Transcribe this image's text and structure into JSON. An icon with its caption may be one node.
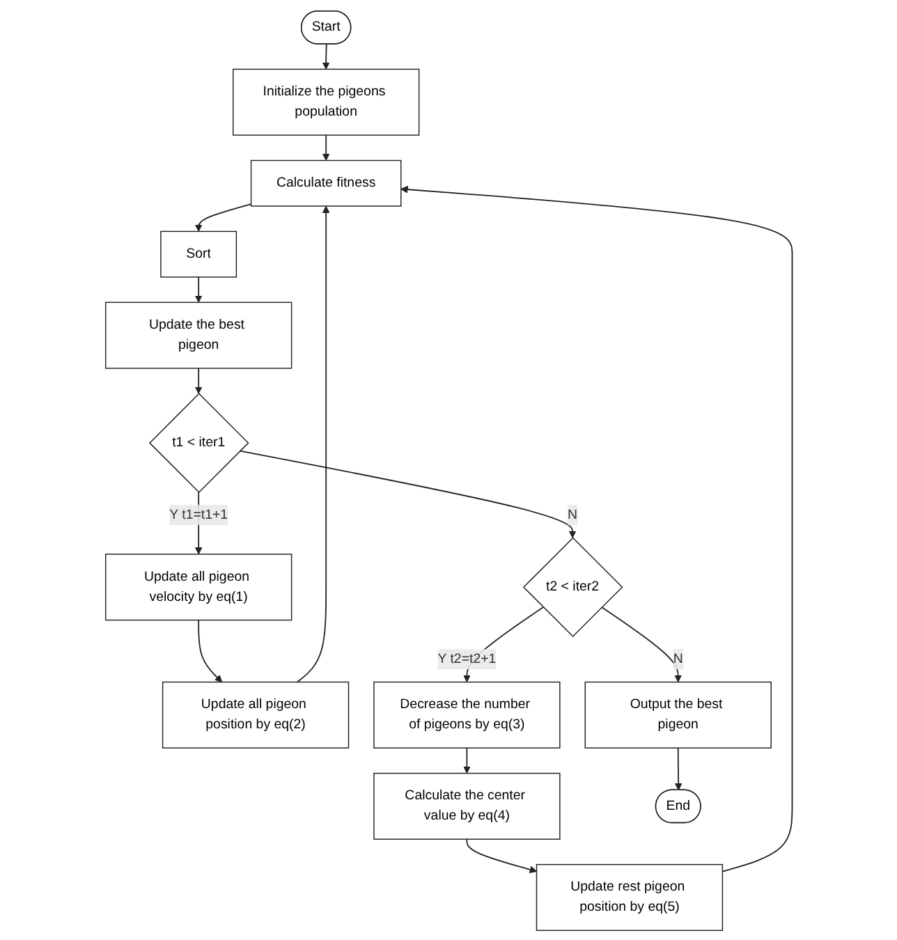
{
  "diagram": {
    "nodes": [
      {
        "text": [
          "Start"
        ]
      },
      {
        "text": [
          "Initialize the pigeons population"
        ]
      },
      {
        "text": [
          "Calculate fitness"
        ]
      },
      {
        "text": [
          "Sort"
        ]
      },
      {
        "text": [
          "Update the best pigeon"
        ]
      },
      {
        "text": [
          "t1 < iter1"
        ]
      },
      {
        "text": [
          "Update all pigeon velocity by eq(1)"
        ]
      },
      {
        "text": [
          "Update all pigeon position by eq(2)"
        ]
      },
      {
        "text": [
          "t2 < iter2"
        ]
      },
      {
        "text": [
          "Decrease the number of pigeons by eq(3)"
        ]
      },
      {
        "text": [
          "Calculate the center value by eq(4)"
        ]
      },
      {
        "text": [
          "Update rest pigeon position by eq(5)"
        ]
      },
      {
        "text": [
          "Output the best pigeon"
        ]
      },
      {
        "text": [
          "End"
        ]
      }
    ],
    "edges": [
      {
        "from": 0,
        "to": 1,
        "arrow": "to"
      },
      {
        "from": 1,
        "to": 2,
        "arrow": "to"
      },
      {
        "from": 2,
        "to": 3,
        "arrow": "to"
      },
      {
        "from": 3,
        "to": 4,
        "arrow": "to"
      },
      {
        "from": 4,
        "to": 5,
        "arrow": "to"
      },
      {
        "from": 5,
        "to": 6,
        "arrow": "to",
        "label": "Y t1=t1+1"
      },
      {
        "from": 6,
        "to": 7,
        "arrow": "to"
      },
      {
        "from": 7,
        "to": 2,
        "arrow": "to"
      },
      {
        "from": 5,
        "to": 8,
        "arrow": "to",
        "label": "N"
      },
      {
        "from": 8,
        "to": 9,
        "arrow": "to",
        "label": "Y t2=t2+1"
      },
      {
        "from": 9,
        "to": 10,
        "arrow": "to"
      },
      {
        "from": 10,
        "to": 11,
        "arrow": "to"
      },
      {
        "from": 11,
        "to": 2,
        "arrow": "to"
      },
      {
        "from": 8,
        "to": 12,
        "arrow": "to",
        "label": "N"
      },
      {
        "from": 12,
        "to": 13,
        "arrow": "to"
      }
    ]
  }
}
